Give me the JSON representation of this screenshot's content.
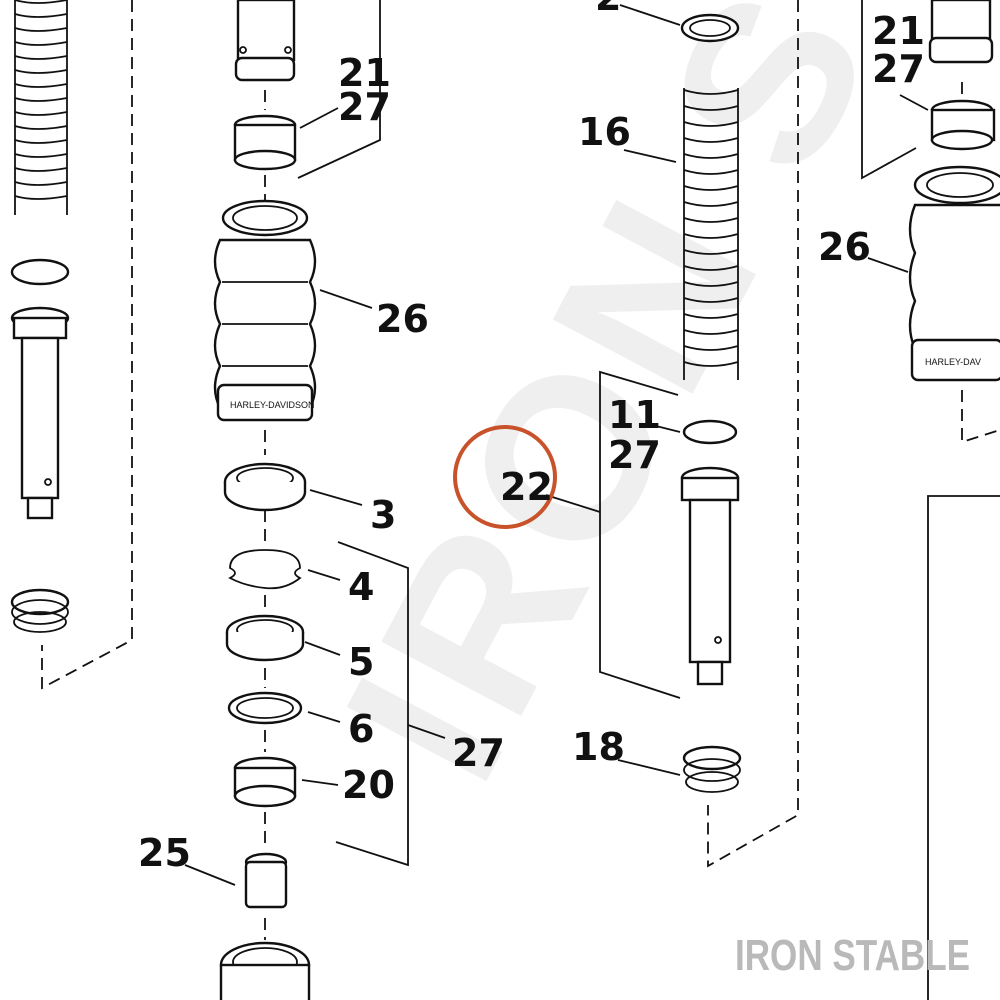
{
  "watermark": {
    "background_text": "IRON STABLE",
    "corner_text": "IRON STABLE",
    "background_color": "#efefef",
    "corner_color": "#b9b9b9"
  },
  "highlight": {
    "label": "22",
    "color": "#c8522a"
  },
  "callouts": {
    "c2": "2",
    "c21_left": "21",
    "c27_left": "27",
    "c26_left": "26",
    "c3": "3",
    "c4": "4",
    "c5": "5",
    "c6": "6",
    "c20": "20",
    "c25": "25",
    "c27_bracket": "27",
    "c16": "16",
    "c11": "11",
    "c27_mid": "27",
    "c18": "18",
    "c21_right": "21",
    "c27_right": "27",
    "c26_right": "26"
  },
  "icons": {
    "spring": "fork-spring-icon",
    "boot": "fork-boot-icon",
    "tube": "damper-tube-icon"
  }
}
